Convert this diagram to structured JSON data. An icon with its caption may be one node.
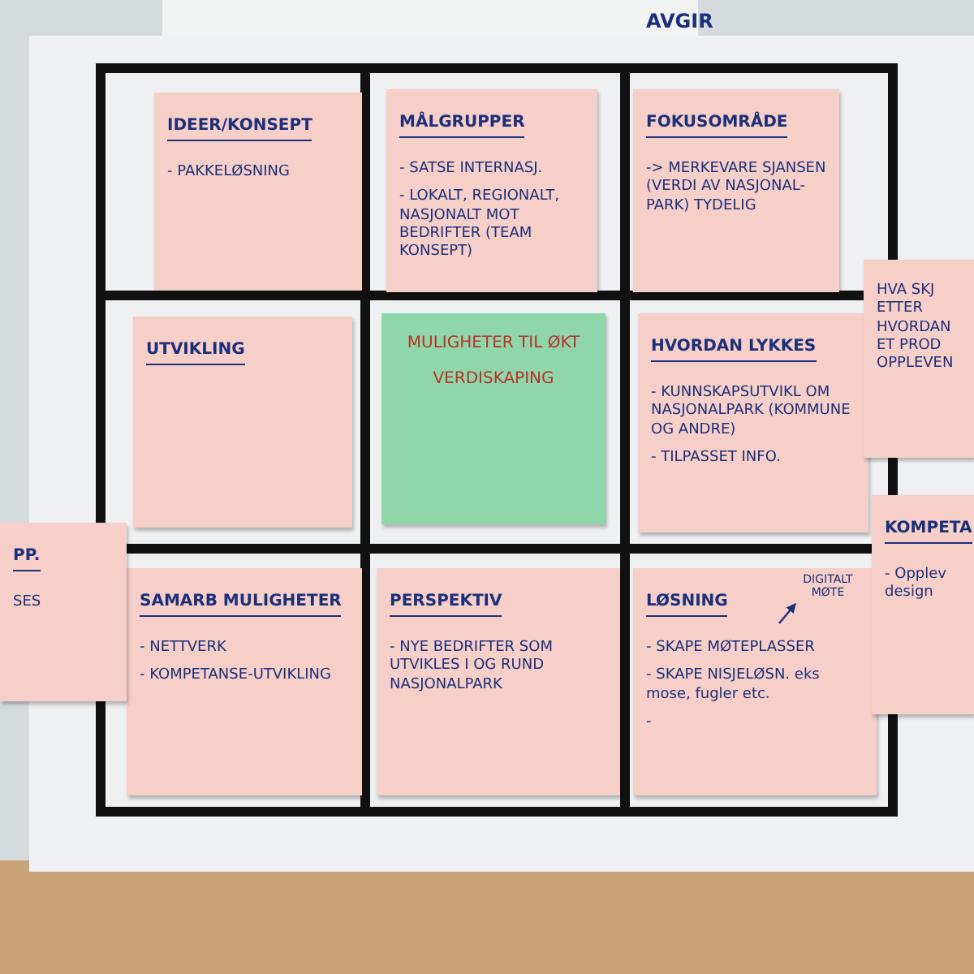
{
  "diagram": {
    "nodes": [
      {
        "text": [
          "IDEER/KONSEPT",
          "- PAKKELØSNING"
        ]
      },
      {
        "text": [
          "MÅLGRUPPER",
          "- SATSE INTERNASJ.",
          "- LOKALT, REGIONALT, NASJONALT MOT BEDRIFTER (TEAM KONSEPT)"
        ]
      },
      {
        "text": [
          "FOKUSOMRÅDE",
          "-> MERKEVARE SJANSEN (VERDI AV NASJONAL-PARK) TYDELIG"
        ]
      },
      {
        "text": [
          "UTVIKLING"
        ]
      },
      {
        "text": [
          "MULIGHETER TIL ØKT VERDISKAPING"
        ]
      },
      {
        "text": [
          "HVORDAN LYKKES",
          "- KUNNSKAPSUTVIKL OM NASJONALPARK (KOMMUNE OG ANDRE)",
          "- TILPASSET INFO."
        ]
      },
      {
        "text": [
          "SAMARB MULIGHETER",
          "- NETTVERK",
          "- KOMPETANSE-UTVIKLING"
        ]
      },
      {
        "text": [
          "PERSPEKTIV",
          "- NYE BEDRIFTER SOM UTVIKLES I OG RUND NASJONALPARK"
        ]
      },
      {
        "text": [
          "LØSNING",
          "- SKAPE MØTEPLASSER",
          "- SKAPE NISJELØSN. eks mose, fugler etc.",
          "-"
        ]
      },
      {
        "text": [
          "DIGITALT MØTE"
        ],
        "in": 8
      },
      {
        "text": [
          "PP.",
          "SES"
        ]
      },
      {
        "text": [
          "HVA SKJ ETTER HVORDAN ET PROD OPPLEVEN"
        ]
      },
      {
        "text": [
          "KOMPETA",
          "- Opplev design"
        ]
      }
    ],
    "edges": [
      {
        "from": null,
        "to": 9,
        "arrow": "to"
      }
    ],
    "labels": [
      "AVGIR"
    ]
  }
}
